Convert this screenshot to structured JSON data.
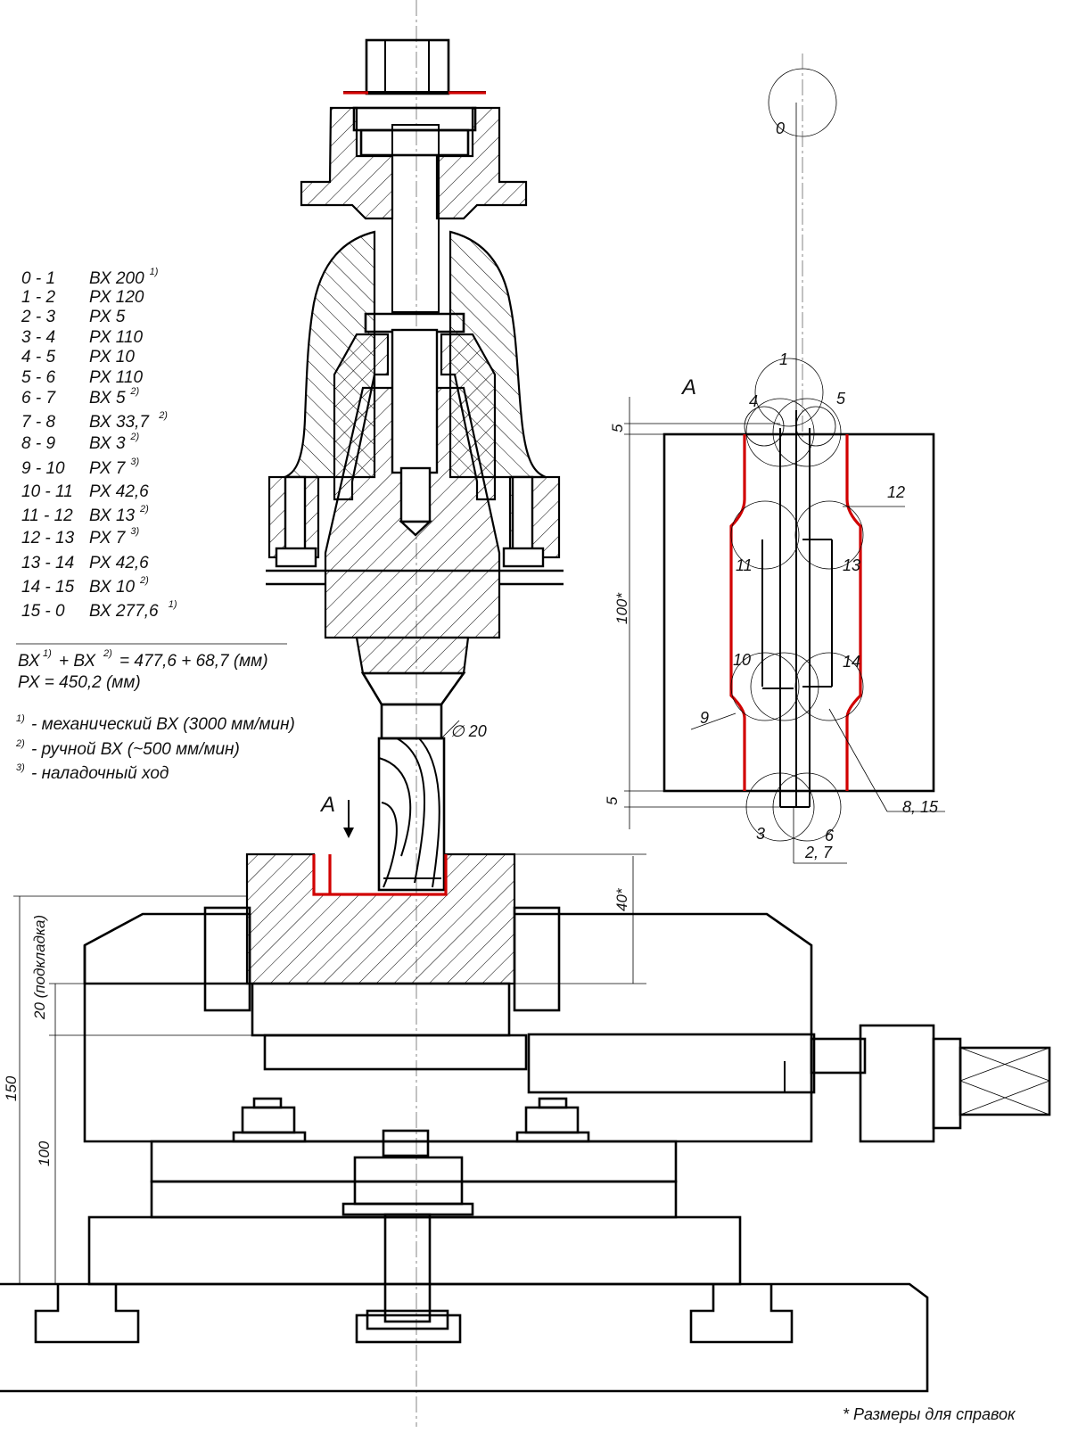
{
  "title_view": "A",
  "view_arrow_label": "A",
  "moves": [
    {
      "range": "0  - 1",
      "op": "ВХ 200",
      "note": "1)"
    },
    {
      "range": "1  - 2",
      "op": "РХ 120",
      "note": ""
    },
    {
      "range": "2  - 3",
      "op": "РХ 5",
      "note": ""
    },
    {
      "range": "3  - 4",
      "op": "РХ 110",
      "note": ""
    },
    {
      "range": "4  - 5",
      "op": "РХ 10",
      "note": ""
    },
    {
      "range": "5  - 6",
      "op": "РХ 110",
      "note": ""
    },
    {
      "range": "6  - 7",
      "op": "ВХ 5",
      "note": "2)"
    },
    {
      "range": "7  - 8",
      "op": "ВХ 33,7",
      "note": "2)"
    },
    {
      "range": "8  - 9",
      "op": "ВХ 3",
      "note": "2)"
    },
    {
      "range": "9  - 10",
      "op": "РХ 7",
      "note": "3)"
    },
    {
      "range": "10 - 11",
      "op": "РХ 42,6",
      "note": ""
    },
    {
      "range": "11 - 12",
      "op": "ВХ 13",
      "note": "2)"
    },
    {
      "range": "12 - 13",
      "op": "РХ 7",
      "note": "3)"
    },
    {
      "range": "13 - 14",
      "op": "РХ 42,6",
      "note": ""
    },
    {
      "range": "14 - 15",
      "op": "ВХ 10",
      "note": "2)"
    },
    {
      "range": "15 -  0",
      "op": "ВХ 277,6",
      "note": "1)"
    }
  ],
  "totals": {
    "bx_a": "ВХ",
    "bx_a_note": "1)",
    "bx_b": "+ ВХ",
    "bx_b_note": "2)",
    "bx_value": "= 477,6 + 68,7 (мм)",
    "px_line": "РХ = 450,2 (мм)"
  },
  "footnotes": [
    {
      "mark": "1)",
      "text": "- механический ВХ (3000 мм/мин)"
    },
    {
      "mark": "2)",
      "text": "- ручной ВХ (~500 мм/мин)"
    },
    {
      "mark": "3)",
      "text": "- наладочный ход"
    }
  ],
  "points": {
    "p0": "0",
    "p1": "1",
    "p4": "4",
    "p5": "5",
    "p11": "11",
    "p12": "12",
    "p13": "13",
    "p10": "10",
    "p14": "14",
    "p9": "9",
    "p3": "3",
    "p6": "6",
    "p27": "2, 7",
    "p815": "8, 15"
  },
  "dims": {
    "d_top5": "5",
    "d_100": "100*",
    "d_bot5": "5",
    "d_dia": "∅ 20",
    "d_40": "40*",
    "d_150": "150",
    "d_20": "20 (подкладка)",
    "d_100b": "100"
  },
  "footer_note": "* Размеры для справок",
  "colors": {
    "line": "#000000",
    "path": "#d10000",
    "thin": "#777777"
  }
}
